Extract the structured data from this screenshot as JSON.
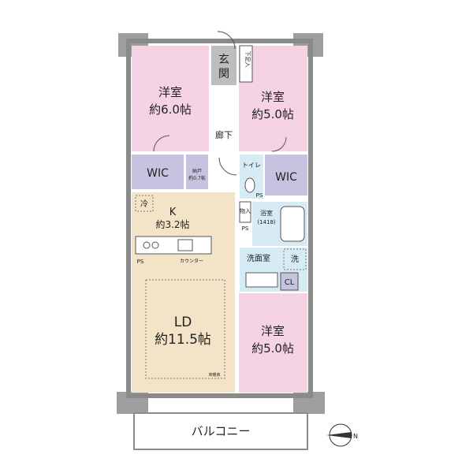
{
  "colors": {
    "bedroom": "#f6d3e4",
    "ldk": "#f3e3c7",
    "storage": "#c5c3df",
    "wet": "#d7ebf5",
    "corridor": "#ffffff",
    "entry": "#bdbdbd",
    "wall": "#8a8a8a",
    "pillar": "#9e9e9e"
  },
  "rooms": {
    "nw_bedroom": {
      "name": "洋室",
      "size": "約6.0帖"
    },
    "ne_bedroom": {
      "name": "洋室",
      "size": "約5.0帖"
    },
    "se_bedroom": {
      "name": "洋室",
      "size": "約5.0帖"
    },
    "ldk_label": "LD",
    "ldk_size": "約11.5帖",
    "kitchen_label": "K",
    "kitchen_size": "約3.2帖",
    "bath_label": "浴室",
    "bath_size": "(1418)",
    "wash_room": "洗面室",
    "toilet": "トイレ"
  },
  "labels": {
    "entrance_1": "玄",
    "entrance_2": "関",
    "shoe_box": "下足入",
    "corridor": "廊下",
    "wic_left": "WIC",
    "wic_right": "WIC",
    "closet_small": "納戸",
    "closet_small_size": "約0.7帖",
    "fridge": "冷",
    "counter": "カウンター",
    "ps_kitchen": "PS",
    "ps_toilet": "PS",
    "ps_bath": "PS",
    "storage_bath": "物入",
    "washer": "洗",
    "cl": "CL",
    "floor_heating": "床暖房",
    "balcony": "バルコニー",
    "north": "N"
  }
}
